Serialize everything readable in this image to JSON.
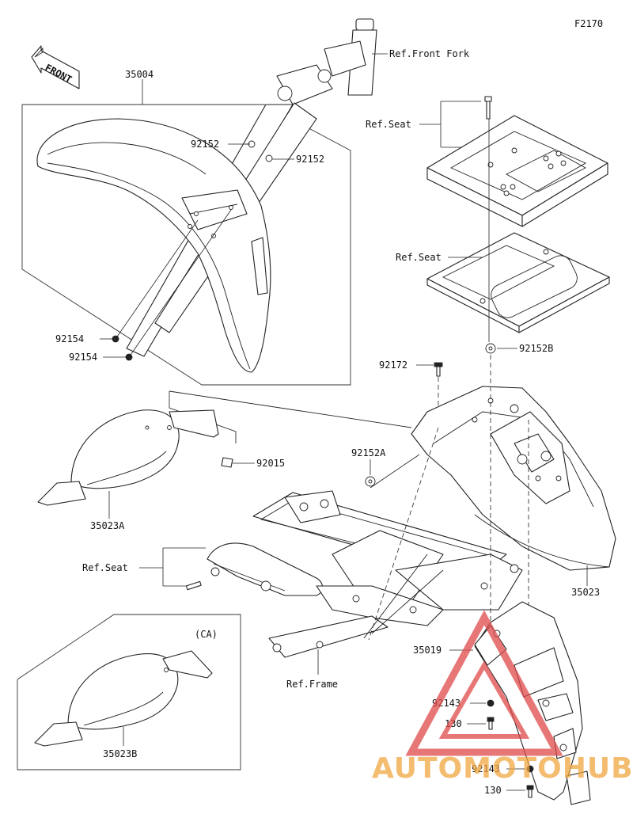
{
  "diagram_code": "F2170",
  "front_arrow_label": "FRONT",
  "labels": {
    "front_fork_ref": "Ref.Front Fork",
    "p35004": "35004",
    "p92152_a": "92152",
    "p92152_b": "92152",
    "p92154_a": "92154",
    "p92154_b": "92154",
    "seat_ref_top": "Ref.Seat",
    "seat_ref_mid": "Ref.Seat",
    "p92152B": "92152B",
    "p92172": "92172",
    "p92152A": "92152A",
    "p92015": "92015",
    "p35023A": "35023A",
    "seat_ref_left": "Ref.Seat",
    "p35023": "35023",
    "ca_note": "(CA)",
    "p35019": "35019",
    "frame_ref": "Ref.Frame",
    "p92143_a": "92143",
    "p130_a": "130",
    "p35023B": "35023B",
    "p92143_b": "92143",
    "p130_b": "130"
  },
  "watermark": {
    "text": "AUTOMOTOHUB",
    "color_red": "#e04a4a",
    "color_orange": "#f0a640"
  }
}
